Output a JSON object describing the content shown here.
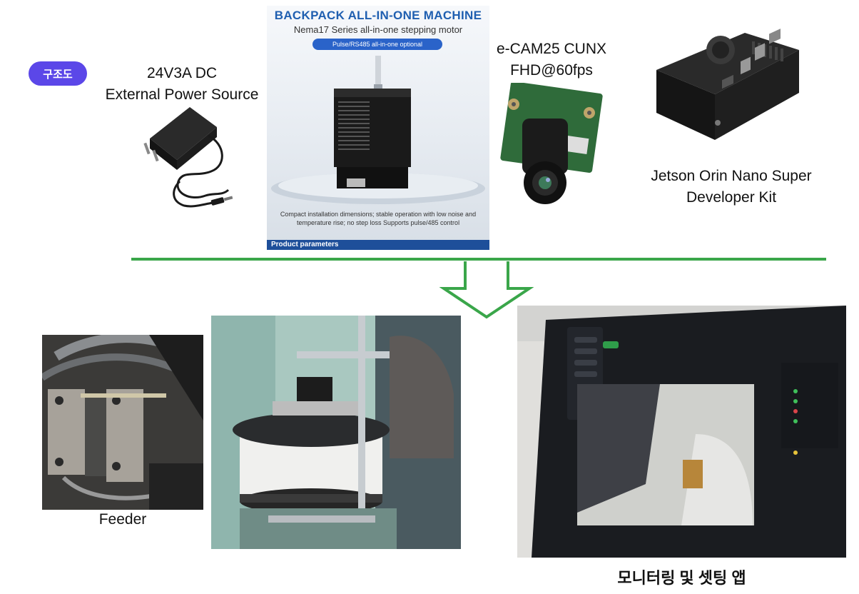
{
  "badge": {
    "label": "구조도"
  },
  "colors": {
    "badge": "#5b47e8",
    "divider": "#3aa64a",
    "motor_title": "#1f5fb0"
  },
  "components": {
    "power": {
      "line1": "24V3A DC",
      "line2": "External Power Source"
    },
    "motor": {
      "title": "BACKPACK ALL-IN-ONE MACHINE",
      "subtitle": "Nema17 Series all-in-one stepping motor",
      "pill": "Pulse/RS485 all-in-one optional",
      "description": "Compact installation dimensions; stable operation with low noise and temperature rise; no step loss Supports pulse/485 control",
      "footer": "Product parameters"
    },
    "camera": {
      "line1": "e-CAM25 CUNX",
      "line2": "FHD@60fps"
    },
    "jetson": {
      "line1": "Jetson Orin Nano Super",
      "line2": "Developer Kit"
    }
  },
  "photos": {
    "feeder": {
      "caption": "Feeder"
    },
    "app": {
      "caption": "모니터링 및 셋팅 앱"
    }
  },
  "icons": {
    "power": "power-adapter-icon",
    "motor": "stepper-motor-icon",
    "camera": "camera-module-icon",
    "jetson": "jetson-board-icon",
    "arrow": "down-arrow-icon"
  }
}
